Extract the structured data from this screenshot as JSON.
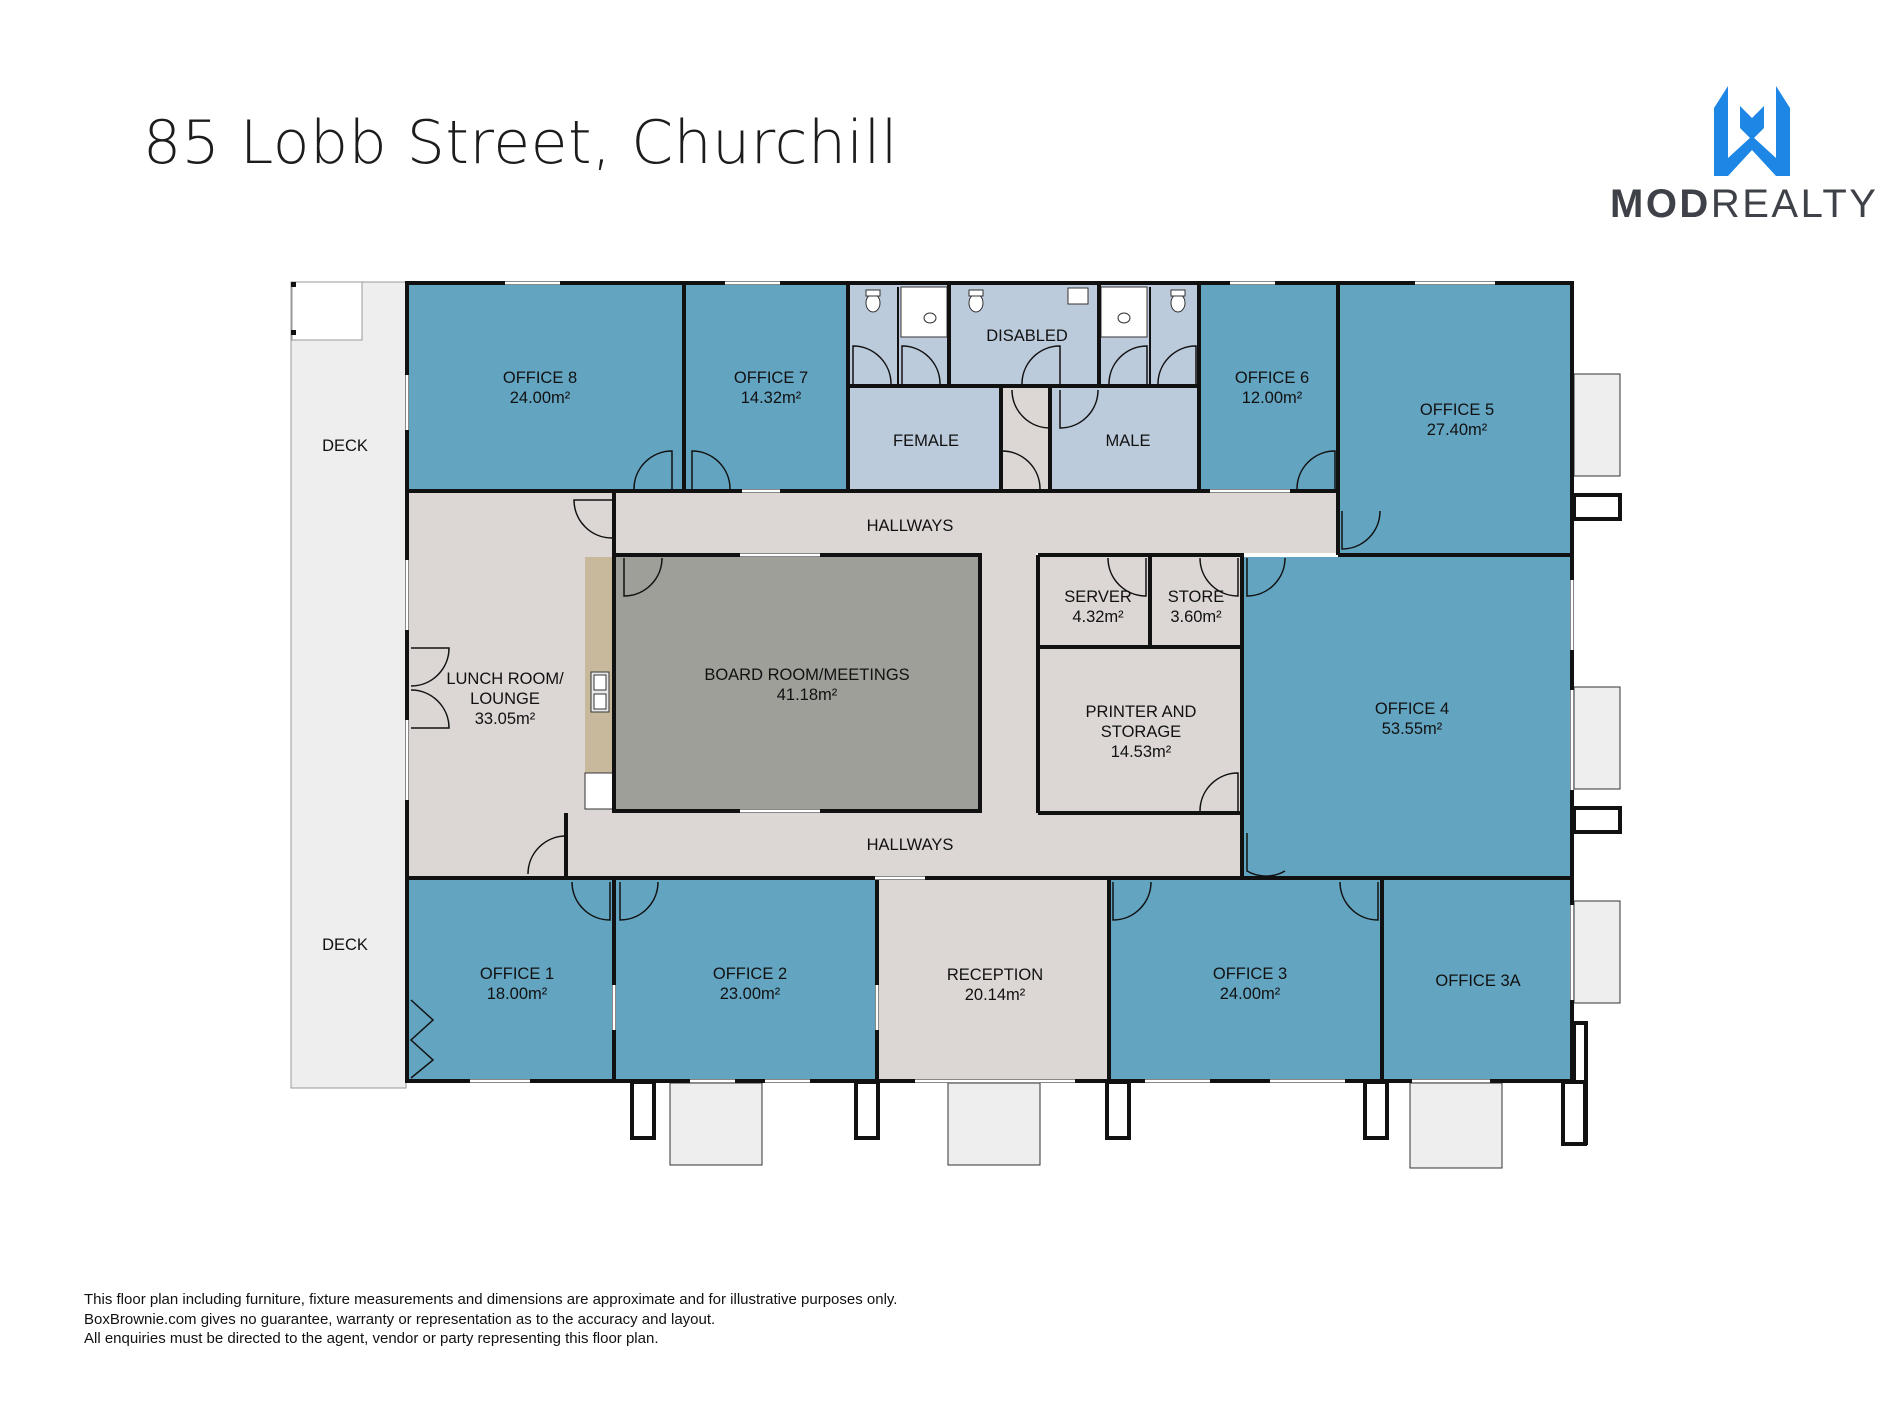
{
  "title": "85 Lobb Street, Churchill",
  "brand": {
    "name_bold": "MOD",
    "name_regular": "REALTY",
    "mark_color": "#1e86e5",
    "text_color": "#3f4148"
  },
  "colors": {
    "office": "#63a4c1",
    "common": "#dcd6d4",
    "boardroom": "#9e9f99",
    "amenity": "#bccbdb",
    "deck": "#eeeeee",
    "wall": "#111111"
  },
  "rooms": {
    "office8": {
      "name": "OFFICE 8",
      "area": "24.00m²"
    },
    "office7": {
      "name": "OFFICE 7",
      "area": "14.32m²"
    },
    "disabled": {
      "name": "DISABLED"
    },
    "female": {
      "name": "FEMALE"
    },
    "male": {
      "name": "MALE"
    },
    "office6": {
      "name": "OFFICE 6",
      "area": "12.00m²"
    },
    "office5": {
      "name": "OFFICE 5",
      "area": "27.40m²"
    },
    "hallway_top": {
      "name": "HALLWAYS"
    },
    "hallway_bottom": {
      "name": "HALLWAYS"
    },
    "lunch": {
      "name_line1": "LUNCH ROOM/",
      "name_line2": "LOUNGE",
      "area": "33.05m²"
    },
    "boardroom": {
      "name": "BOARD ROOM/MEETINGS",
      "area": "41.18m²"
    },
    "server": {
      "name": "SERVER",
      "area": "4.32m²"
    },
    "store": {
      "name": "STORE",
      "area": "3.60m²"
    },
    "printer": {
      "name_line1": "PRINTER AND",
      "name_line2": "STORAGE",
      "area": "14.53m²"
    },
    "office4": {
      "name": "OFFICE 4",
      "area": "53.55m²"
    },
    "office1": {
      "name": "OFFICE 1",
      "area": "18.00m²"
    },
    "office2": {
      "name": "OFFICE 2",
      "area": "23.00m²"
    },
    "reception": {
      "name": "RECEPTION",
      "area": "20.14m²"
    },
    "office3": {
      "name": "OFFICE 3",
      "area": "24.00m²"
    },
    "office3a": {
      "name": "OFFICE 3A"
    },
    "deck_top": {
      "name": "DECK"
    },
    "deck_bottom": {
      "name": "DECK"
    }
  },
  "disclaimer": {
    "line1": "This floor plan including furniture, fixture measurements and dimensions are approximate and for illustrative purposes only.",
    "line2": "BoxBrownie.com gives no guarantee, warranty or representation as to the accuracy and layout.",
    "line3": "All enquiries must be directed to the agent, vendor or party representing this floor plan."
  }
}
